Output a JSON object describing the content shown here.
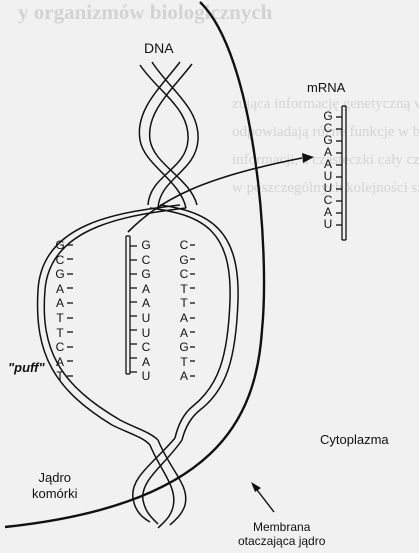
{
  "background_text": {
    "title": "y organizmów biologicznych",
    "lines": [
      "zująca informację genetyczną we wszystkich j",
      "odpowiadają różne funkcje w budowie komórki",
      "informacji, a cząsteczki cały czas tylko jed",
      "w poszczególnych kolejności szeregów oraz"
    ]
  },
  "labels": {
    "dna": "DNA",
    "mrna": "mRNA",
    "puff": "\"puff\"",
    "cytoplasm": "Cytoplazma",
    "nucleus_line1": "Jądro",
    "nucleus_line2": "komórki",
    "membrane_line1": "Membrana",
    "membrane_line2": "otaczająca jądro"
  },
  "strands": {
    "mrna": [
      "G",
      "C",
      "G",
      "A",
      "A",
      "U",
      "U",
      "C",
      "A",
      "U"
    ],
    "dna_left": [
      "G",
      "C",
      "G",
      "A",
      "A",
      "T",
      "T",
      "C",
      "A",
      "T"
    ],
    "rna_middle": [
      "G",
      "C",
      "G",
      "A",
      "A",
      "U",
      "U",
      "C",
      "A",
      "U"
    ],
    "dna_right": [
      "C",
      "G",
      "C",
      "T",
      "T",
      "A",
      "A",
      "G",
      "T",
      "A"
    ]
  },
  "colors": {
    "ink": "#111111",
    "background": "#f1f1f1",
    "faded_text": "#d3d3d3"
  }
}
